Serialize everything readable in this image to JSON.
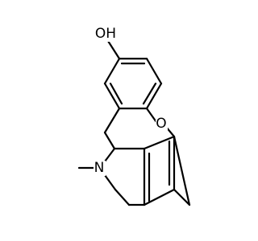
{
  "molecule": {
    "atom_labels": {
      "hydroxyl": "OH",
      "ring_oxygen": "O",
      "ring_nitrogen": "N"
    }
  }
}
